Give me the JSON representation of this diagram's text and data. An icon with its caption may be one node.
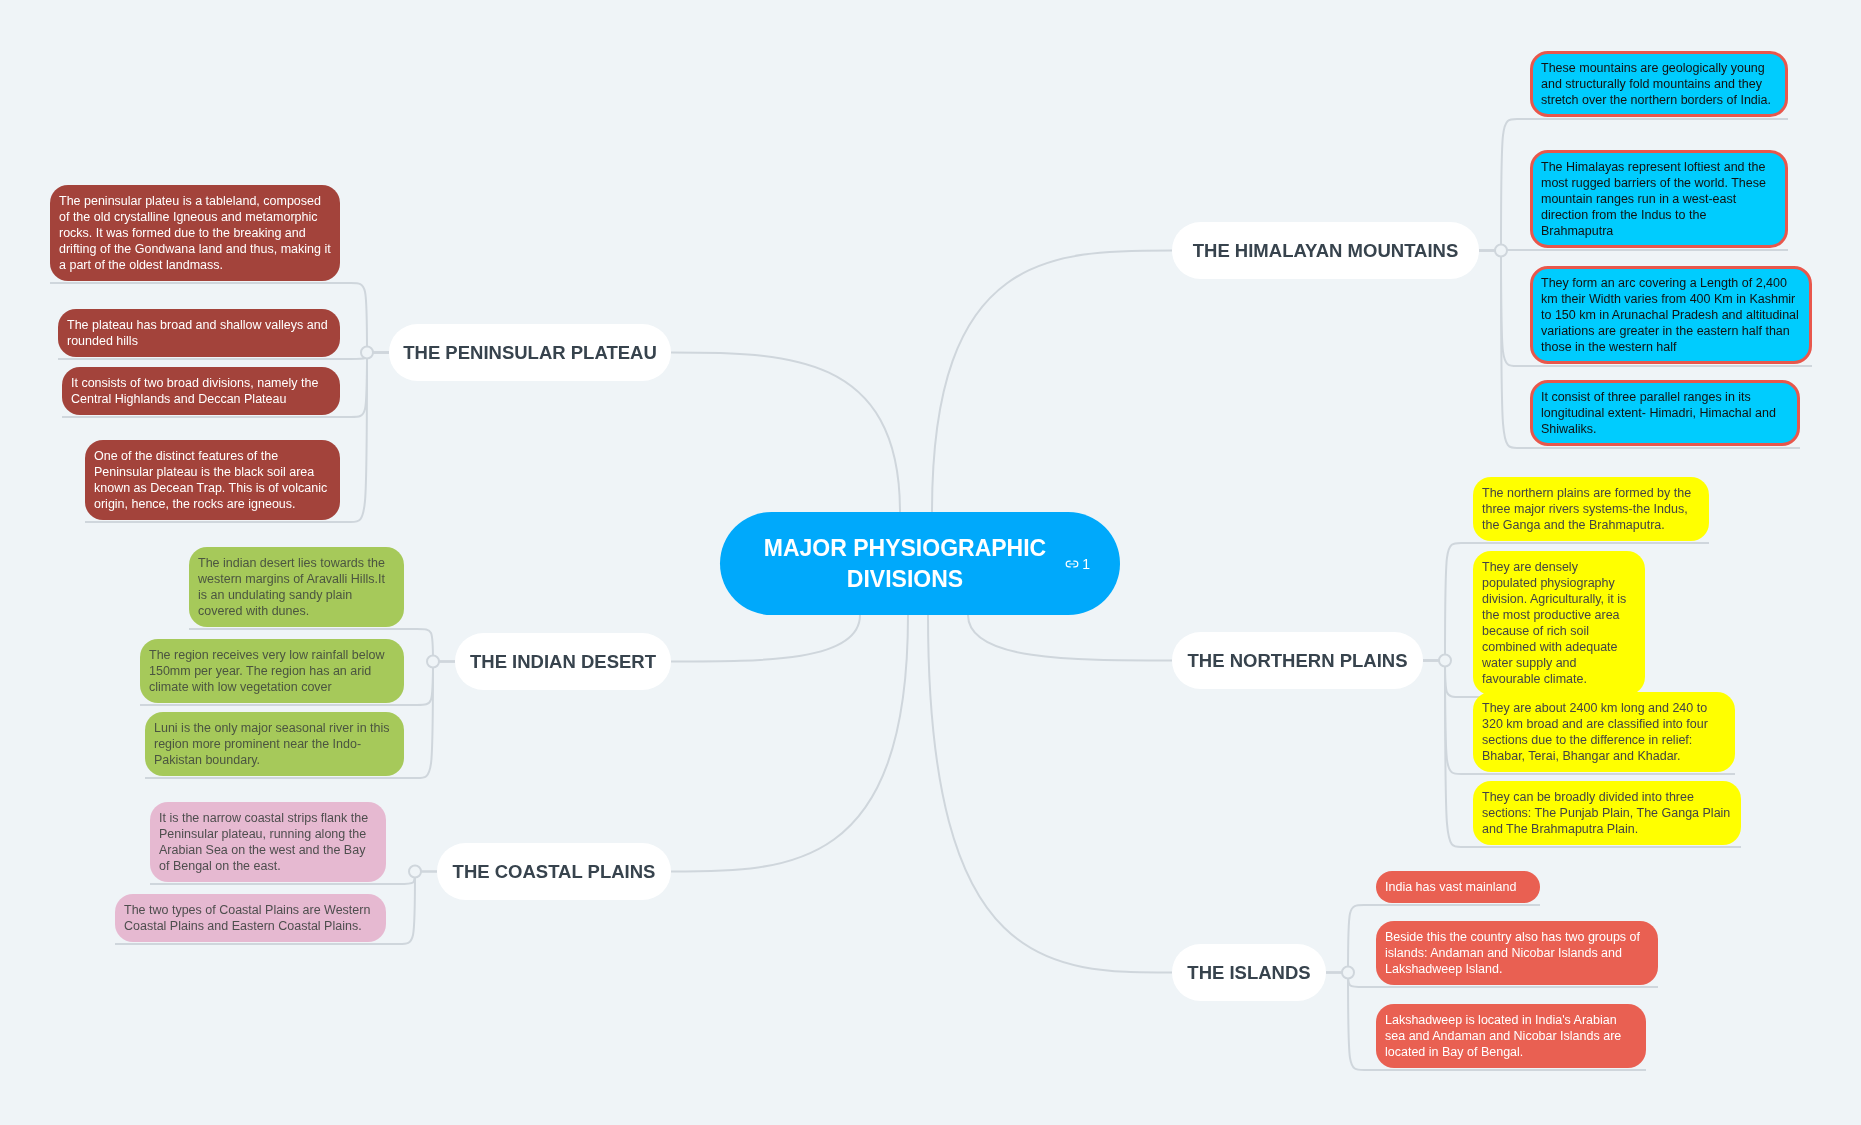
{
  "diagram": {
    "nodes": [
      {
        "text": [
          "MAJOR PHYSIOGRAPHIC DIVISIONS",
          "1"
        ]
      },
      {
        "text": [
          "THE PENINSULAR PLATEAU"
        ]
      },
      {
        "text": [
          "The peninsular plateu is a tableland, composed of the old crystalline Igneous and metamorphic rocks. It was formed due to the breaking and drifting of the Gondwana land and thus, making it a part of the oldest landmass."
        ]
      },
      {
        "text": [
          "The plateau has broad and shallow valleys and rounded hills"
        ]
      },
      {
        "text": [
          "It consists of two broad divisions, namely the Central Highlands and Deccan Plateau"
        ]
      },
      {
        "text": [
          "One of the distinct features of the Peninsular plateau is the black soil area known as Decean Trap. This is of volcanic origin, hence, the rocks are igneous."
        ]
      },
      {
        "text": [
          "THE INDIAN DESERT"
        ]
      },
      {
        "text": [
          "The indian desert lies towards the western margins of Aravalli Hills.It is an undulating sandy plain covered with dunes."
        ]
      },
      {
        "text": [
          "The region receives very low rainfall below 150mm per year. The region has an arid climate with low vegetation cover"
        ]
      },
      {
        "text": [
          "Luni is the only major seasonal river in this region more prominent near the Indo-Pakistan boundary."
        ]
      },
      {
        "text": [
          "THE COASTAL PLAINS"
        ]
      },
      {
        "text": [
          "It is the narrow coastal strips flank the Peninsular plateau, running along the Arabian Sea on the west and the Bay of Bengal on the east."
        ]
      },
      {
        "text": [
          "The two types of Coastal Plains are Western Coastal Plains and Eastern Coastal Plains."
        ]
      },
      {
        "text": [
          "THE HIMALAYAN MOUNTAINS"
        ]
      },
      {
        "text": [
          "These mountains are geologically young and structurally fold mountains and they stretch over the northern borders of India."
        ]
      },
      {
        "text": [
          "The Himalayas represent loftiest and the most rugged barriers of the world. These mountain ranges run in a west-east direction from the Indus to the Brahmaputra"
        ]
      },
      {
        "text": [
          "They form an arc covering a Length of 2,400 km their Width varies from 400 Km in Kashmir to 150 km in Arunachal Pradesh and altitudinal variations are greater in the eastern half than those in the western half"
        ]
      },
      {
        "text": [
          "It consist of three parallel ranges in its longitudinal extent- Himadri, Himachal and Shiwaliks."
        ]
      },
      {
        "text": [
          "THE NORTHERN PLAINS"
        ]
      },
      {
        "text": [
          "The northern plains are formed by the three major rivers systems-the Indus, the Ganga and the Brahmaputra."
        ]
      },
      {
        "text": [
          "They are densely populated physiography division. Agriculturally, it is the most productive area because of rich soil combined with adequate water supply and favourable climate."
        ]
      },
      {
        "text": [
          "They are about 2400 km long and 240 to 320 km broad and are classified into four sections due to the difference in relief: Bhabar, Terai, Bhangar and Khadar."
        ]
      },
      {
        "text": [
          "They can be broadly divided into three sections: The Punjab Plain, The Ganga Plain and The Brahmaputra Plain."
        ]
      },
      {
        "text": [
          "THE ISLANDS"
        ]
      },
      {
        "text": [
          "India has vast mainland"
        ]
      },
      {
        "text": [
          "Beside this the country also has two groups of islands: Andaman and Nicobar Islands and Lakshadweep Island."
        ]
      },
      {
        "text": [
          "Lakshadweep is located in India's Arabian sea and Andaman and Nicobar Islands are located in Bay of Bengal."
        ]
      }
    ],
    "edges": [
      {
        "from": 0,
        "to": 1,
        "arrow": "none"
      },
      {
        "from": 1,
        "to": 2,
        "arrow": "none"
      },
      {
        "from": 1,
        "to": 3,
        "arrow": "none"
      },
      {
        "from": 1,
        "to": 4,
        "arrow": "none"
      },
      {
        "from": 1,
        "to": 5,
        "arrow": "none"
      },
      {
        "from": 0,
        "to": 6,
        "arrow": "none"
      },
      {
        "from": 6,
        "to": 7,
        "arrow": "none"
      },
      {
        "from": 6,
        "to": 8,
        "arrow": "none"
      },
      {
        "from": 6,
        "to": 9,
        "arrow": "none"
      },
      {
        "from": 0,
        "to": 10,
        "arrow": "none"
      },
      {
        "from": 10,
        "to": 11,
        "arrow": "none"
      },
      {
        "from": 10,
        "to": 12,
        "arrow": "none"
      },
      {
        "from": 0,
        "to": 13,
        "arrow": "none"
      },
      {
        "from": 13,
        "to": 14,
        "arrow": "none"
      },
      {
        "from": 13,
        "to": 15,
        "arrow": "none"
      },
      {
        "from": 13,
        "to": 16,
        "arrow": "none"
      },
      {
        "from": 13,
        "to": 17,
        "arrow": "none"
      },
      {
        "from": 0,
        "to": 18,
        "arrow": "none"
      },
      {
        "from": 18,
        "to": 19,
        "arrow": "none"
      },
      {
        "from": 18,
        "to": 20,
        "arrow": "none"
      },
      {
        "from": 18,
        "to": 21,
        "arrow": "none"
      },
      {
        "from": 18,
        "to": 22,
        "arrow": "none"
      },
      {
        "from": 0,
        "to": 23,
        "arrow": "none"
      },
      {
        "from": 23,
        "to": 24,
        "arrow": "none"
      },
      {
        "from": 23,
        "to": 25,
        "arrow": "none"
      },
      {
        "from": 23,
        "to": 26,
        "arrow": "none"
      }
    ]
  }
}
